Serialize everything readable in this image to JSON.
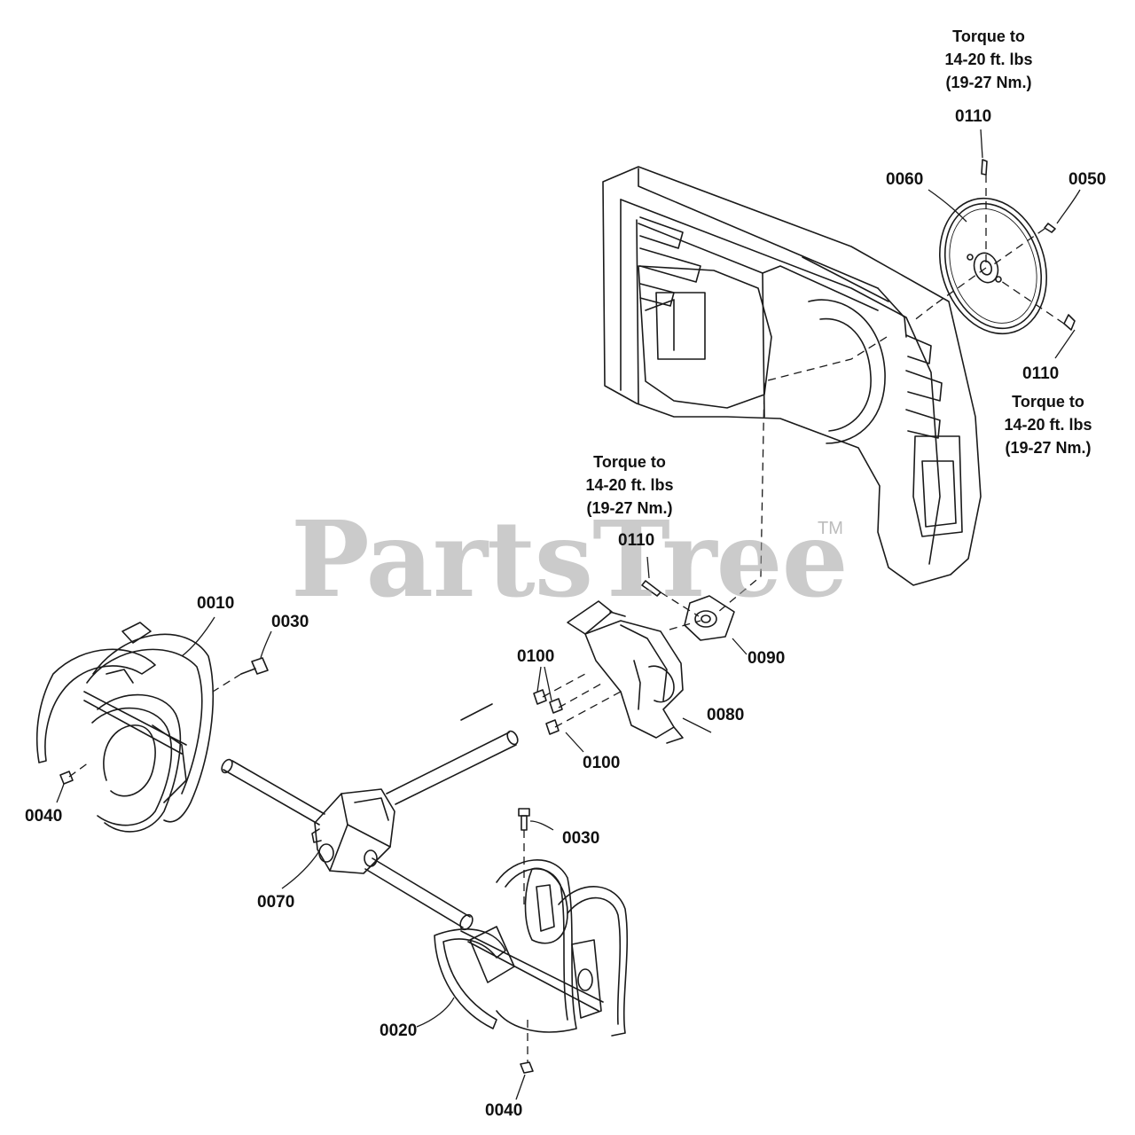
{
  "watermark": {
    "text": "PartsTree",
    "trademark": "TM"
  },
  "torque_notes": [
    {
      "line1": "Torque to",
      "line2": "14-20 ft. lbs",
      "line3": "(19-27 Nm.)"
    },
    {
      "line1": "Torque to",
      "line2": "14-20 ft. lbs",
      "line3": "(19-27 Nm.)"
    },
    {
      "line1": "Torque to",
      "line2": "14-20 ft. lbs",
      "line3": "(19-27 Nm.)"
    }
  ],
  "part_labels": [
    "0110",
    "0060",
    "0050",
    "0110",
    "0110",
    "0090",
    "0080",
    "0100",
    "0100",
    "0010",
    "0030",
    "0040",
    "0030",
    "0070",
    "0020",
    "0040"
  ]
}
